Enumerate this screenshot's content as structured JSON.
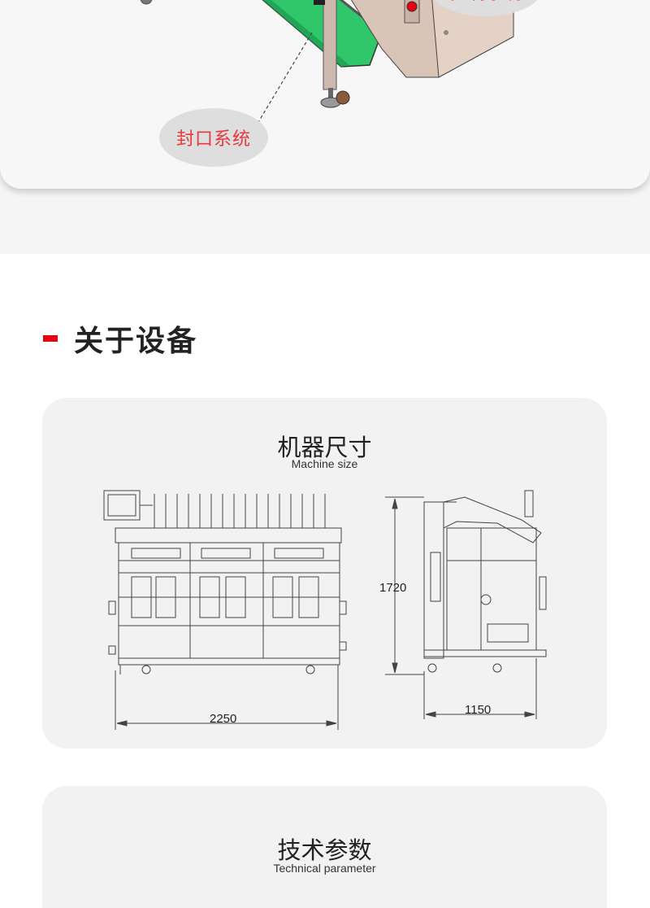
{
  "top": {
    "callout_top": "控制系统",
    "callout_sealing": "封口系统"
  },
  "section": {
    "title": "关于设备"
  },
  "dimensions_card": {
    "title": "机器尺寸",
    "subtitle": "Machine size",
    "width_label": "2250",
    "depth_label": "1150",
    "height_label": "1720"
  },
  "params_card": {
    "title": "技术参数",
    "subtitle": "Technical parameter"
  },
  "colors": {
    "accent_red": "#e50012",
    "callout_text": "#e8383d",
    "conveyor_green": "#2fc76a"
  }
}
